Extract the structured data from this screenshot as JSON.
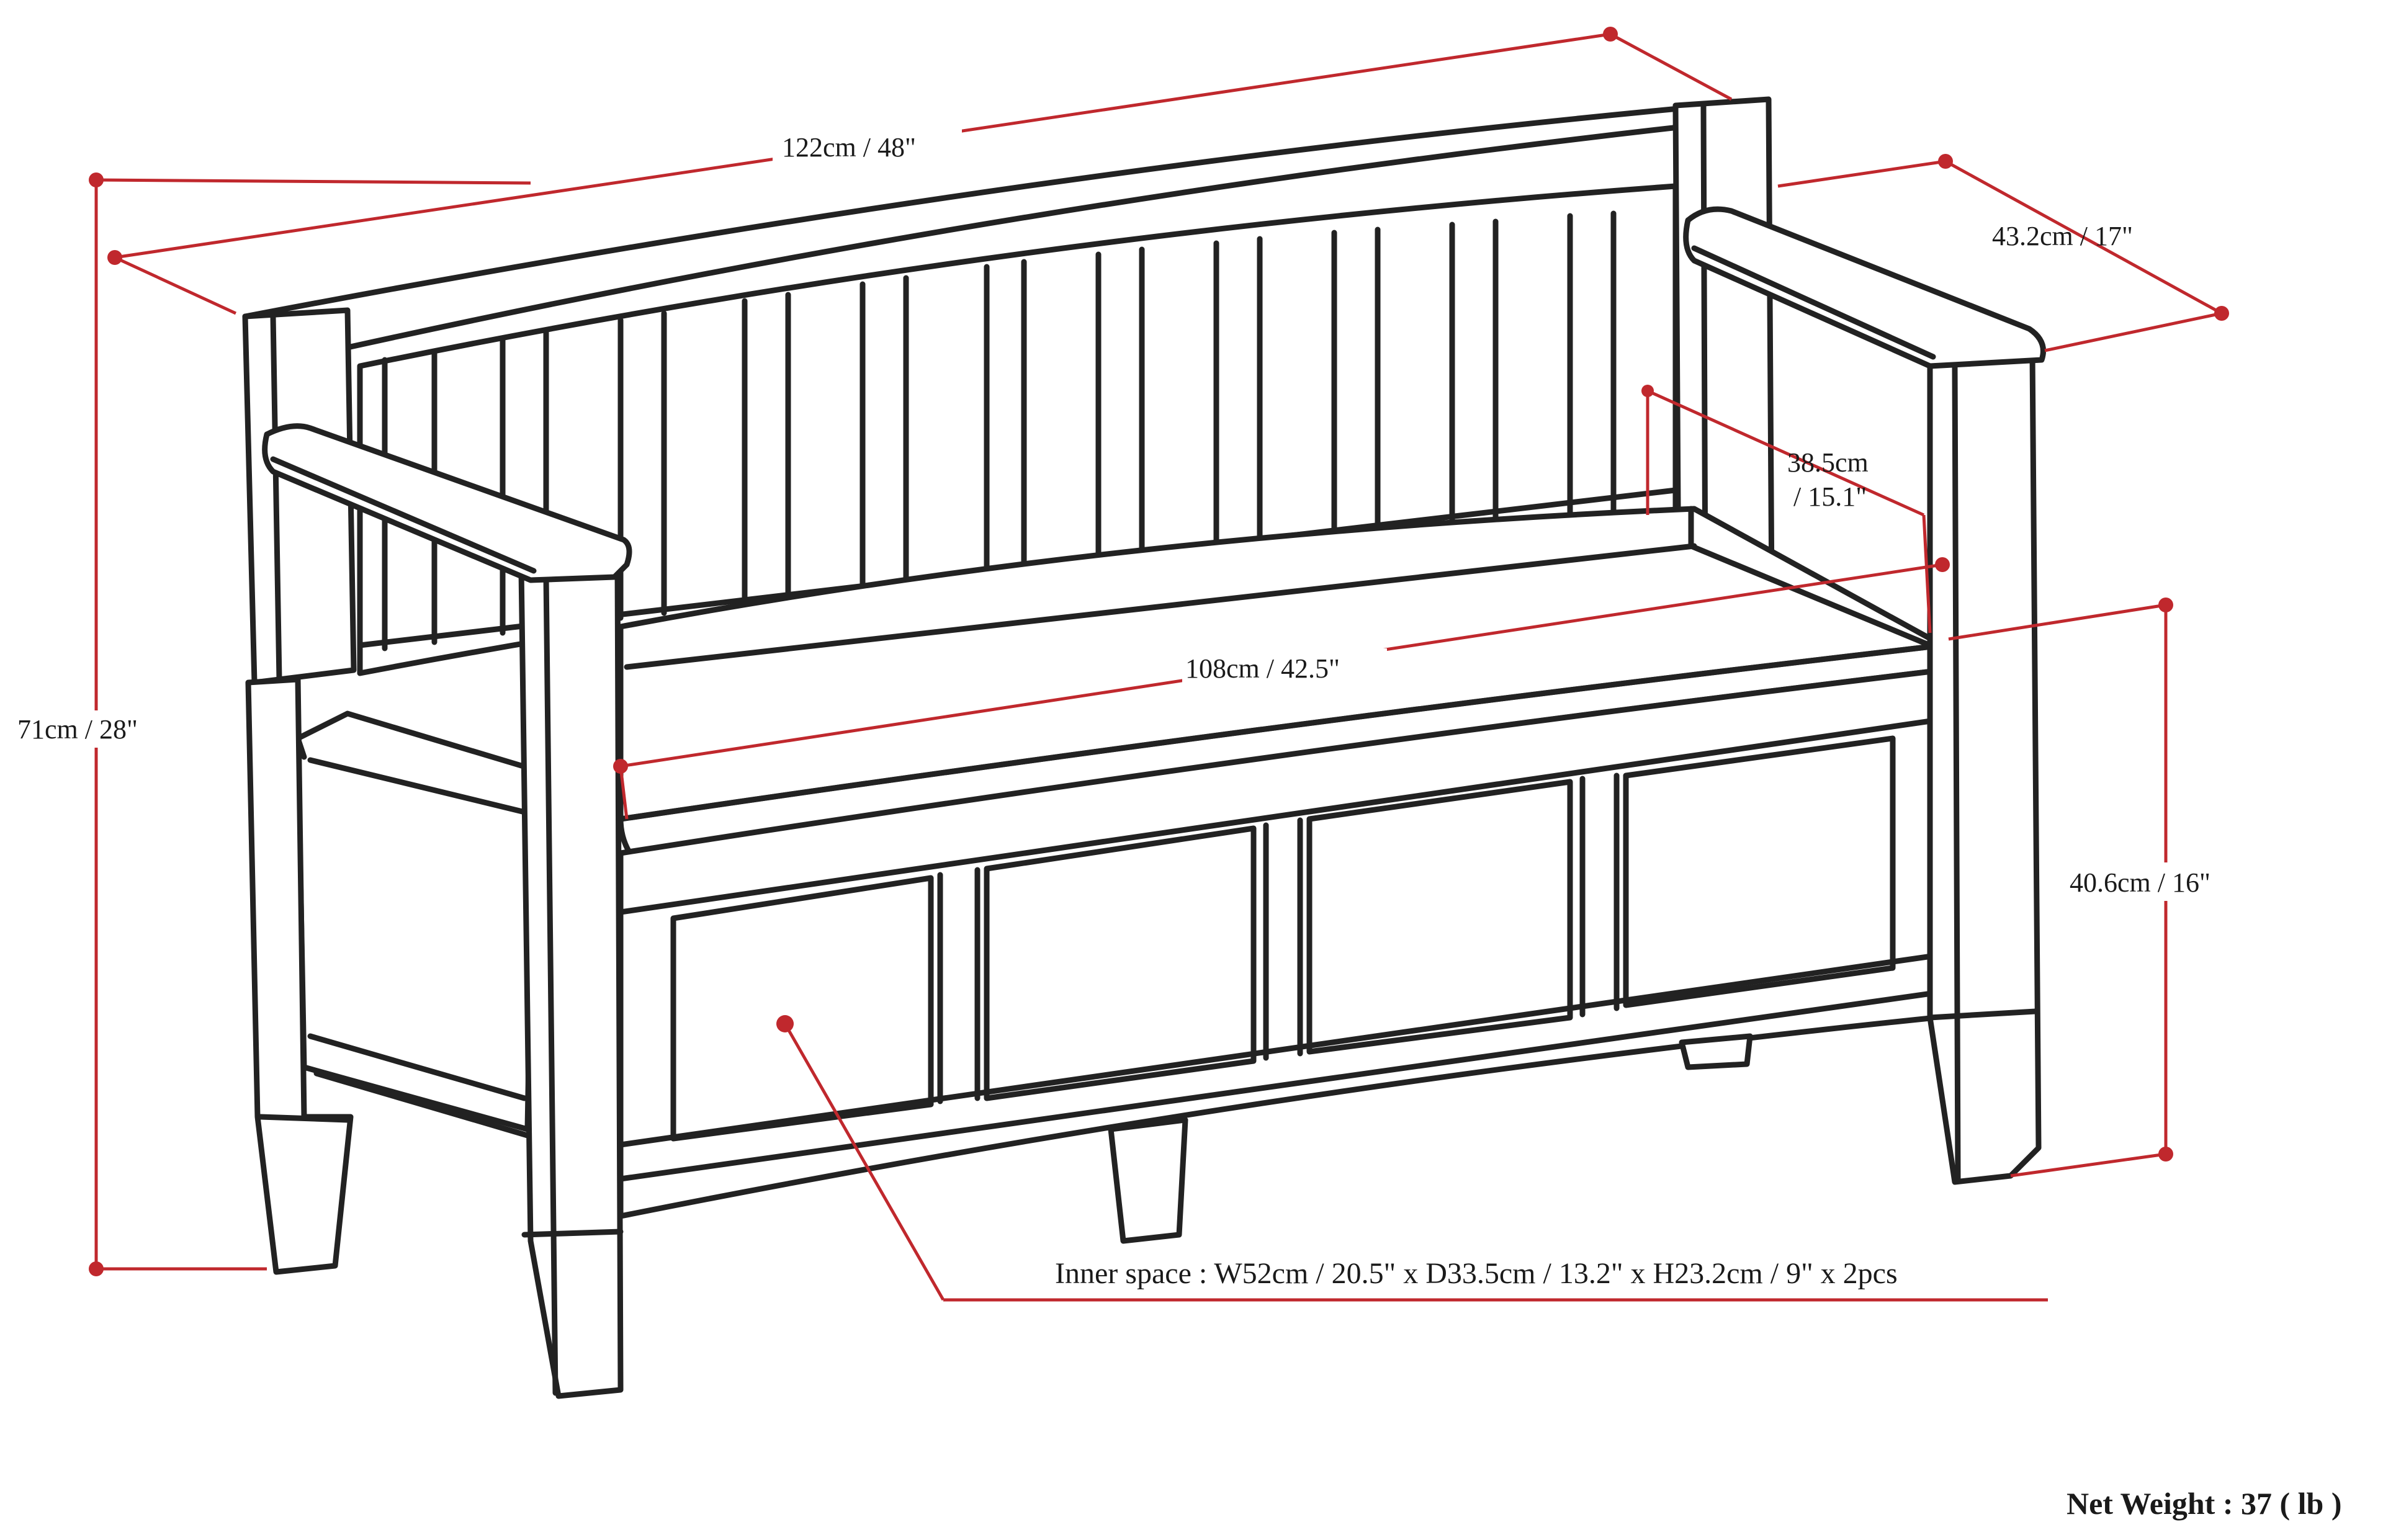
{
  "diagram": {
    "colors": {
      "outline": "#222222",
      "dimension": "#c0282d",
      "background": "#ffffff"
    },
    "dimensions": {
      "overall_width": "122cm / 48\"",
      "overall_depth": "43.2cm / 17\"",
      "overall_height": "71cm / 28\"",
      "arm_to_seat_depth_line1": "38.5cm",
      "arm_to_seat_depth_line2": "/ 15.1\"",
      "seat_width": "108cm / 42.5\"",
      "seat_height": "40.6cm / 16\"",
      "inner_space": "Inner space : W52cm / 20.5\" x D33.5cm / 13.2\" x H23.2cm / 9\" x 2pcs"
    },
    "net_weight": "Net Weight : 37 ( lb )"
  }
}
